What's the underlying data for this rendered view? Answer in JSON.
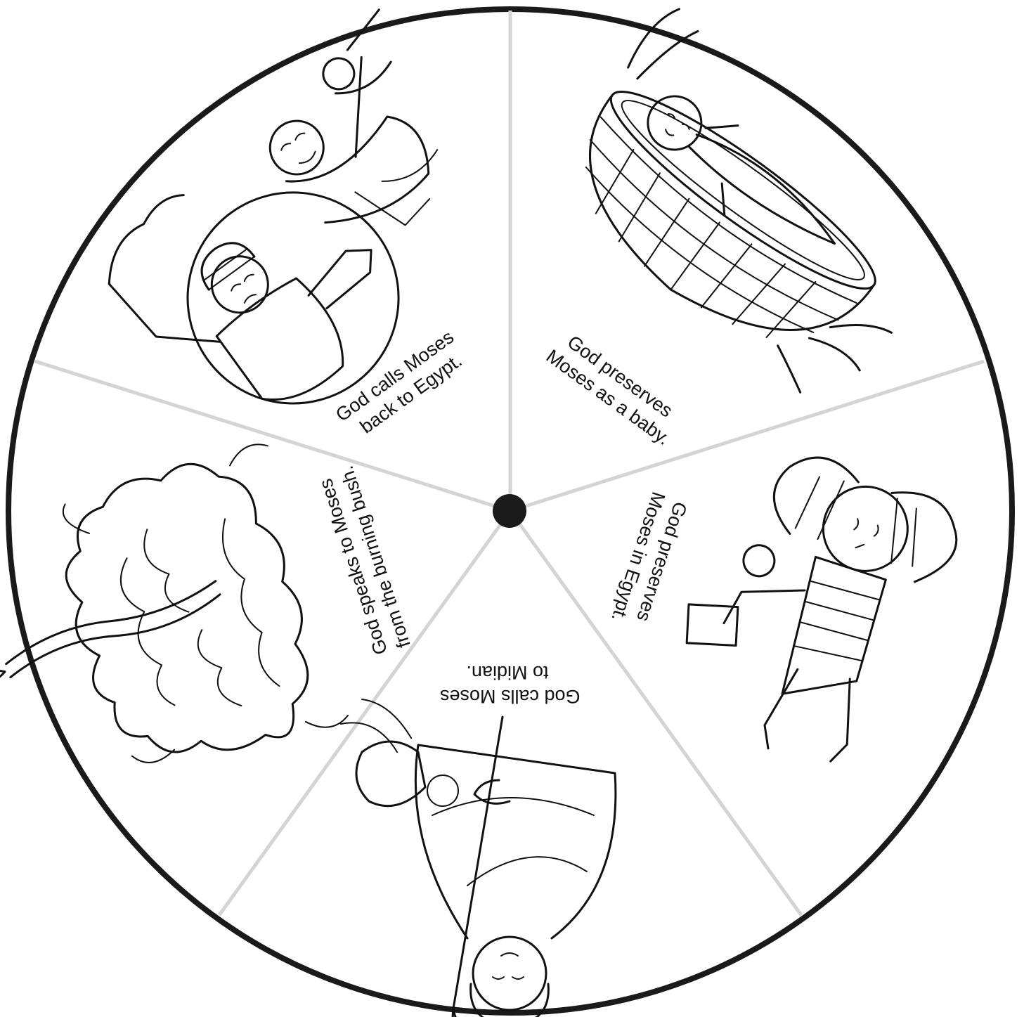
{
  "wheel": {
    "colors": {
      "rim": "#1a1a1a",
      "divider": "#d4d4d4",
      "hub": "#1a1a1a",
      "background": "#ffffff"
    },
    "segments": [
      {
        "id": "baby",
        "line1": "God preserves",
        "line2": "Moses as a baby.",
        "illustration": "baby-in-basket-illustration"
      },
      {
        "id": "egypt",
        "line1": "God preserves",
        "line2": "Moses in Egypt.",
        "illustration": "egyptian-royal-figure-illustration"
      },
      {
        "id": "midian",
        "line1": "God calls Moses",
        "line2": "to Midian.",
        "illustration": "shepherd-with-staff-illustration"
      },
      {
        "id": "bush",
        "line1": "God speaks to Moses",
        "line2": "from the burning bush.",
        "illustration": "burning-bush-illustration"
      },
      {
        "id": "return",
        "line1": "God calls Moses",
        "line2": "back to Egypt.",
        "illustration": "taskmaster-and-slaves-illustration"
      }
    ]
  }
}
